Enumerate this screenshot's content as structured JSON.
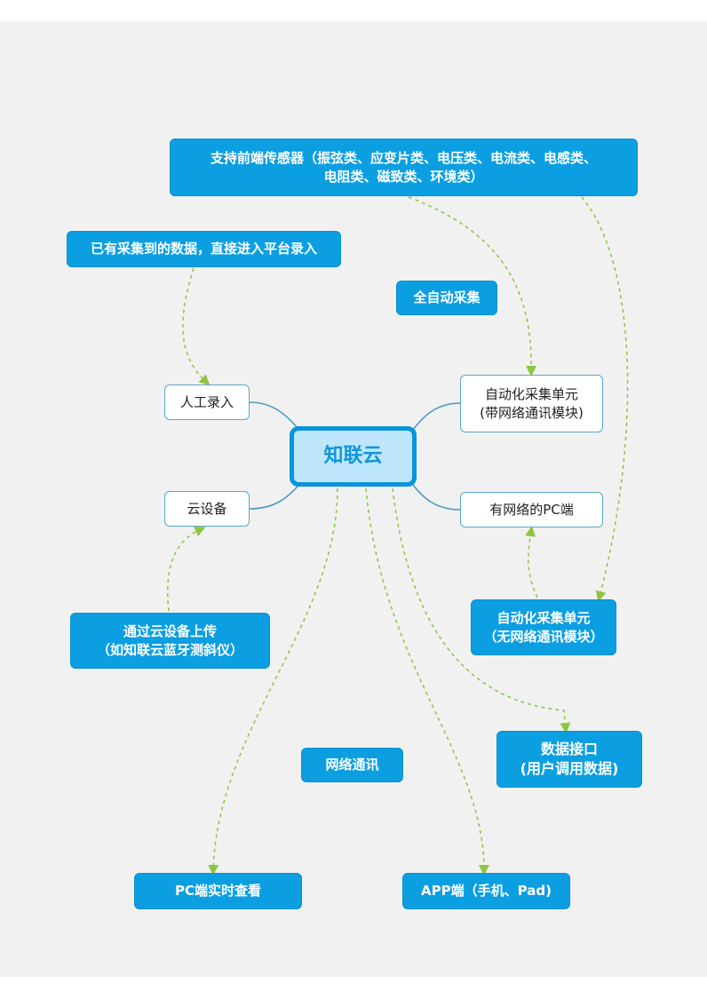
{
  "center": "知联云",
  "sensors": {
    "line1": "支持前端传感器（振弦类、应变片类、电压类、电流类、电感类、",
    "line2": "电阻类、磁致类、环境类）"
  },
  "existing_data": "已有采集到的数据，直接进入平台录入",
  "auto_collect": "全自动采集",
  "manual_entry": "人工录入",
  "auto_unit_net": {
    "line1": "自动化采集单元",
    "line2": "(带网络通讯模块)"
  },
  "cloud_device": "云设备",
  "pc_network": "有网络的PC端",
  "cloud_upload": {
    "line1": "通过云设备上传",
    "line2": "（如知联云蓝牙测斜仪）"
  },
  "auto_unit_nonet": {
    "line1": "自动化采集单元",
    "line2": "（无网络通讯模块）"
  },
  "data_api": {
    "line1": "数据接口",
    "line2": "(用户调用数据)"
  },
  "network_comm": "网络通讯",
  "pc_view": "PC端实时查看",
  "app": "APP端（手机、Pad)",
  "colors": {
    "blue": "#0b9fe2",
    "arrow": "#8cc63f",
    "link": "#4a9cc0"
  }
}
